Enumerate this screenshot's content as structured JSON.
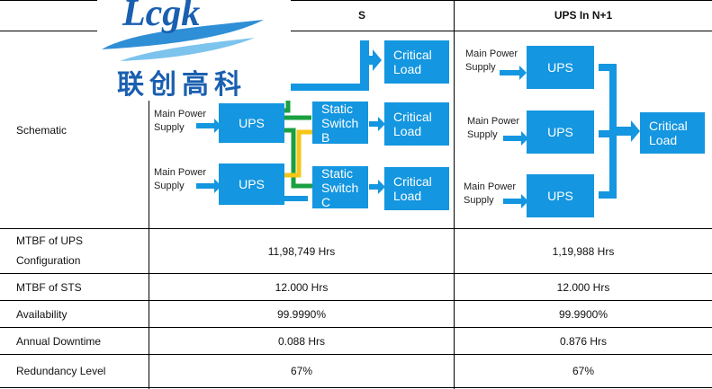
{
  "header": {
    "col2_title": "S",
    "col3_title": "UPS In N+1"
  },
  "rows": {
    "schematic": "Schematic",
    "mtbf_ups_line1": "MTBF of UPS",
    "mtbf_ups_line2": "Configuration",
    "mtbf_sts": "MTBF of STS",
    "availability": "Availability",
    "downtime": "Annual Downtime",
    "redundancy": "Redundancy Level"
  },
  "values": {
    "mtbf_ups": [
      "11,98,749 Hrs",
      "1,19,988 Hrs"
    ],
    "mtbf_sts": [
      "12.000 Hrs",
      "12.000 Hrs"
    ],
    "availability": [
      "99.9990%",
      "99.9900%"
    ],
    "downtime": [
      "0.088 Hrs",
      "0.876 Hrs"
    ],
    "redundancy": [
      "67%",
      "67%"
    ]
  },
  "diagram": {
    "ups": "UPS",
    "main_power_1": "Main Power",
    "main_power_2": "Supply",
    "static_1": "Static",
    "static_2": "Switch",
    "sts_b": "B",
    "sts_c": "C",
    "critical_1": "Critical",
    "critical_2": "Load"
  },
  "logo": {
    "latin": "Lcgk",
    "chinese": "联创高科"
  },
  "colors": {
    "box_blue": "#1496e0",
    "green": "#1aa040",
    "yellow": "#f5c518"
  }
}
